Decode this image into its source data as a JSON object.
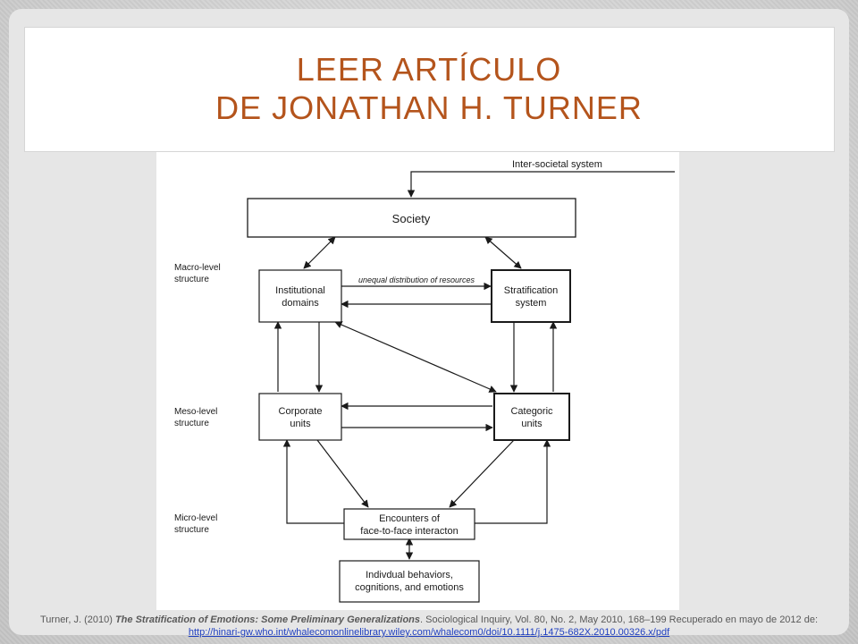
{
  "slide": {
    "title_line1": "LEER ARTÍCULO",
    "title_line2": "DE JONATHAN H. TURNER",
    "title_color": "#b4541c"
  },
  "diagram": {
    "inter_societal": "Inter-societal system",
    "society": "Society",
    "institutional_1": "Institutional",
    "institutional_2": "domains",
    "stratification_1": "Stratification",
    "stratification_2": "system",
    "unequal_label": "unequal distribution of resources",
    "corporate_1": "Corporate",
    "corporate_2": "units",
    "categoric_1": "Categoric",
    "categoric_2": "units",
    "encounters_1": "Encounters of",
    "encounters_2": "face-to-face interacton",
    "individual_1": "Indivdual behaviors,",
    "individual_2": "cognitions, and emotions",
    "macro_1": "Macro-level",
    "macro_2": "structure",
    "meso_1": "Meso-level",
    "meso_2": "structure",
    "micro_1": "Micro-level",
    "micro_2": "structure"
  },
  "citation": {
    "prefix": "Turner, J. (2010)",
    "title": "The Stratification of Emotions: Some Preliminary Generalizations",
    "rest": ". Sociological Inquiry, Vol. 80, No. 2, May 2010, 168–199 Recuperado en mayo de 2012 de: ",
    "link": "http://hinari-gw.who.int/whalecomonlinelibrary.wiley.com/whalecom0/doi/10.1111/j.1475-682X.2010.00326.x/pdf"
  }
}
